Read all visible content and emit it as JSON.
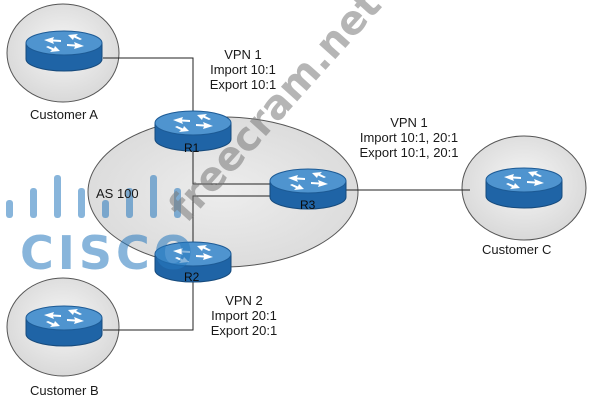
{
  "nodes": {
    "customer_a": "Customer A",
    "customer_b": "Customer B",
    "customer_c": "Customer C",
    "r1": "R1",
    "r2": "R2",
    "r3": "R3"
  },
  "as_label": "AS 100",
  "vpn_r1": {
    "name": "VPN 1",
    "import": "Import 10:1",
    "export": "Export 10:1"
  },
  "vpn_r3": {
    "name": "VPN 1",
    "import": "Import 10:1, 20:1",
    "export": "Export 10:1, 20:1"
  },
  "vpn_r2": {
    "name": "VPN 2",
    "import": "Import 20:1",
    "export": "Export 20:1"
  },
  "watermark": {
    "logo": "CISCO",
    "site": "freecram.net"
  },
  "colors": {
    "router_top": "#4a8fc9",
    "router_body": "#2a6fb0",
    "cloud_fill": "#e3e3e3",
    "customer_fill": "#ececec"
  }
}
